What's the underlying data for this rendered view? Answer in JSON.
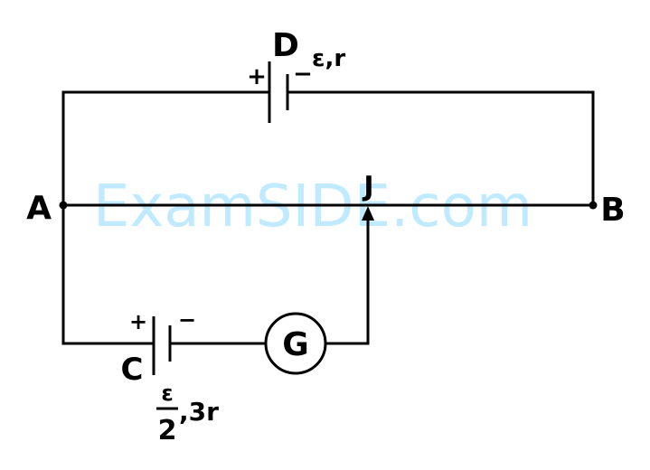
{
  "diagram": {
    "type": "potentiometer-circuit",
    "watermark": "ExamSIDE.com",
    "nodes": {
      "A": "A",
      "B": "B",
      "J": "J"
    },
    "battery_D": {
      "label": "D",
      "emf_label": "ε,r",
      "plus": "+",
      "minus": "−"
    },
    "battery_C": {
      "label": "C",
      "emf_numerator": "ε",
      "emf_denominator": "2",
      "resistance_label": ",3r",
      "plus": "+",
      "minus": "−"
    },
    "galvanometer": {
      "label": "G"
    },
    "colors": {
      "wire": "#000000",
      "watermark": "#bfeaff"
    }
  }
}
